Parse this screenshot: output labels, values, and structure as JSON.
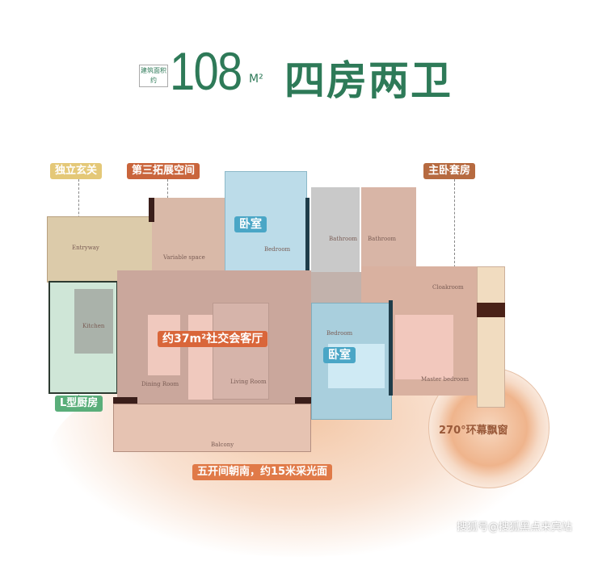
{
  "title": {
    "area_note": "建筑面积约",
    "area": "108",
    "unit": "M²",
    "layout": "四房两卫"
  },
  "callouts": {
    "entrance": "独立玄关",
    "third_space": "第三拓展空间",
    "master_suite": "主卧套房",
    "living": "约37m²社交会客厅",
    "bedroom_a": "卧室",
    "bedroom_b": "卧室",
    "kitchen": "L型厨房",
    "bay_window": "270°环幕飘窗",
    "south": "五开间朝南，约15米采光面"
  },
  "rooms": {
    "entryway": "Entryway",
    "variable": "Variable space",
    "bedroom1": "Bedroom",
    "bathroom1": "Bathroom",
    "bathroom2": "Bathroom",
    "cloakroom": "Cloakroom",
    "kitchen": "Kitchen",
    "dining": "Dining Room",
    "living": "Living Room",
    "bedroom2": "Bedroom",
    "master": "Master bedroom",
    "balcony": "Balcony"
  },
  "watermark": "搜狐号@搜狐黑点来宾站",
  "colors": {
    "title_green": "#2e7a58",
    "orange": "#d9663a",
    "blue": "#4aa6c6",
    "green": "#5aae7a",
    "yellow": "#e4c878"
  }
}
